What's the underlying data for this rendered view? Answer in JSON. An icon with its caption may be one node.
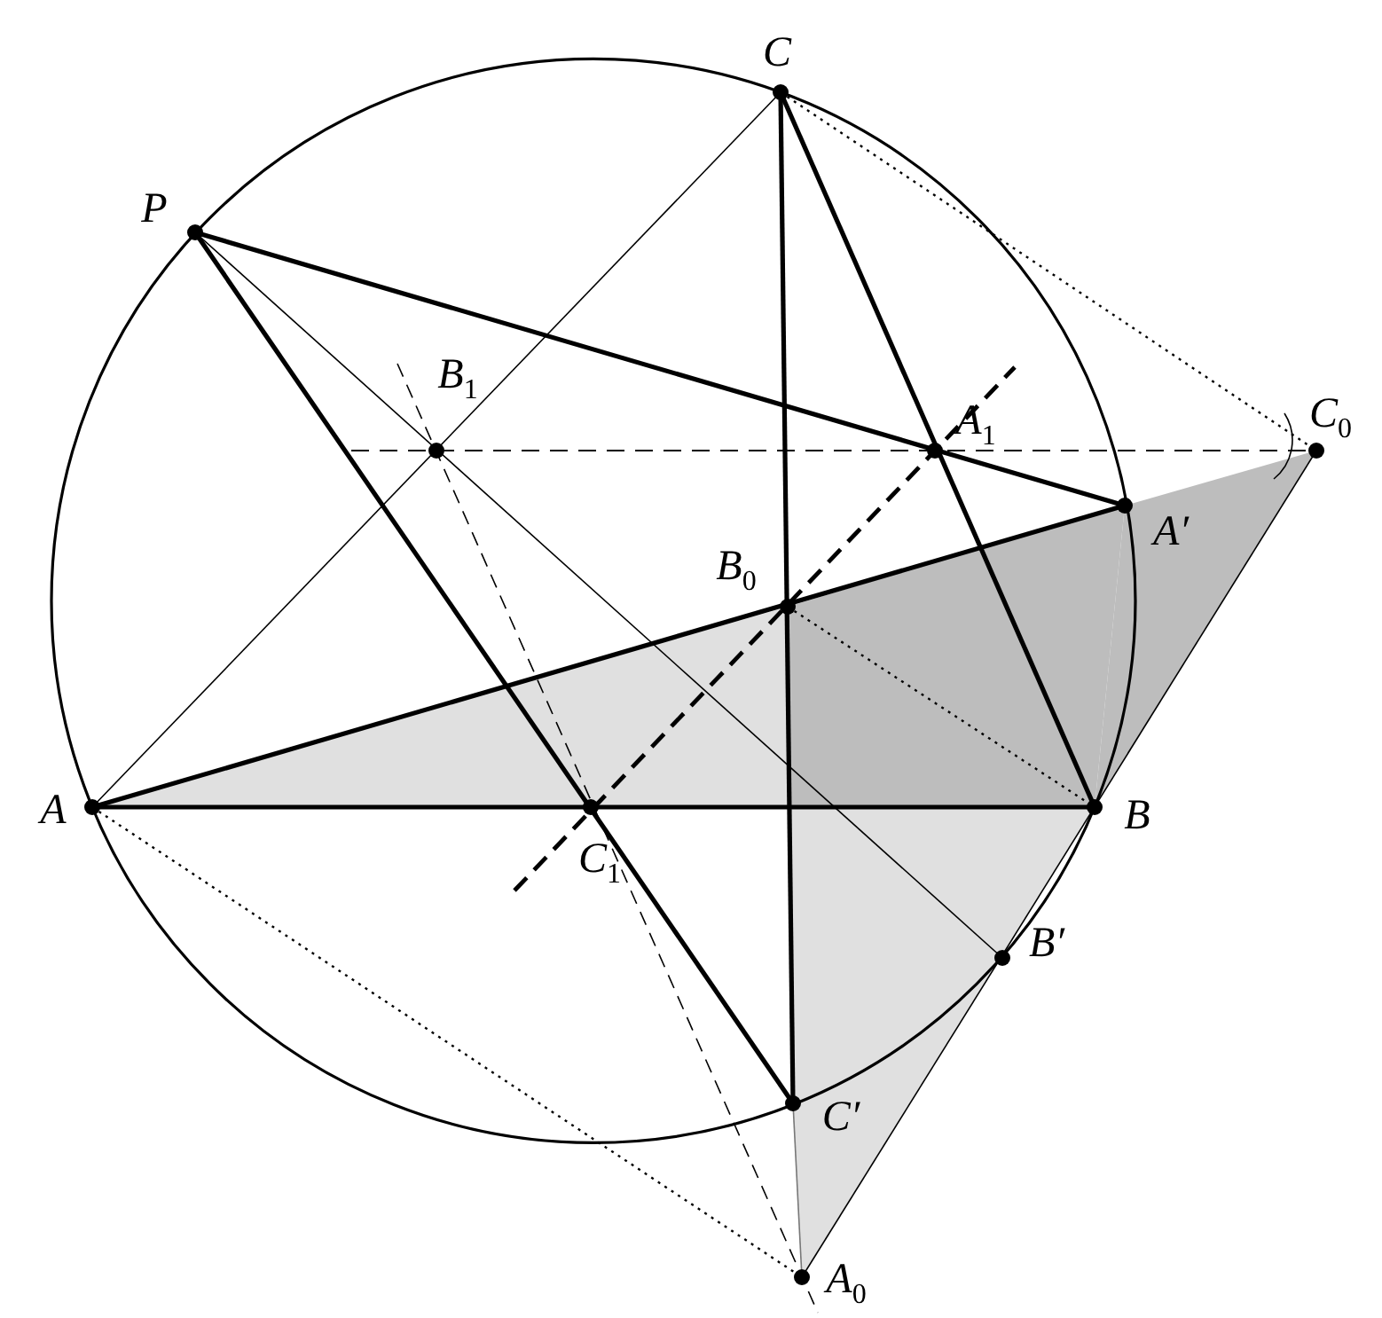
{
  "diagram": {
    "labels": [
      "C",
      "P",
      "B$_{1}$",
      "A$_{1}$",
      "C$_{0}$",
      "B$_{0}$",
      "A′",
      "A",
      "B",
      "C$_{1}$",
      "B′",
      "C′",
      "A$_{0}$"
    ]
  }
}
